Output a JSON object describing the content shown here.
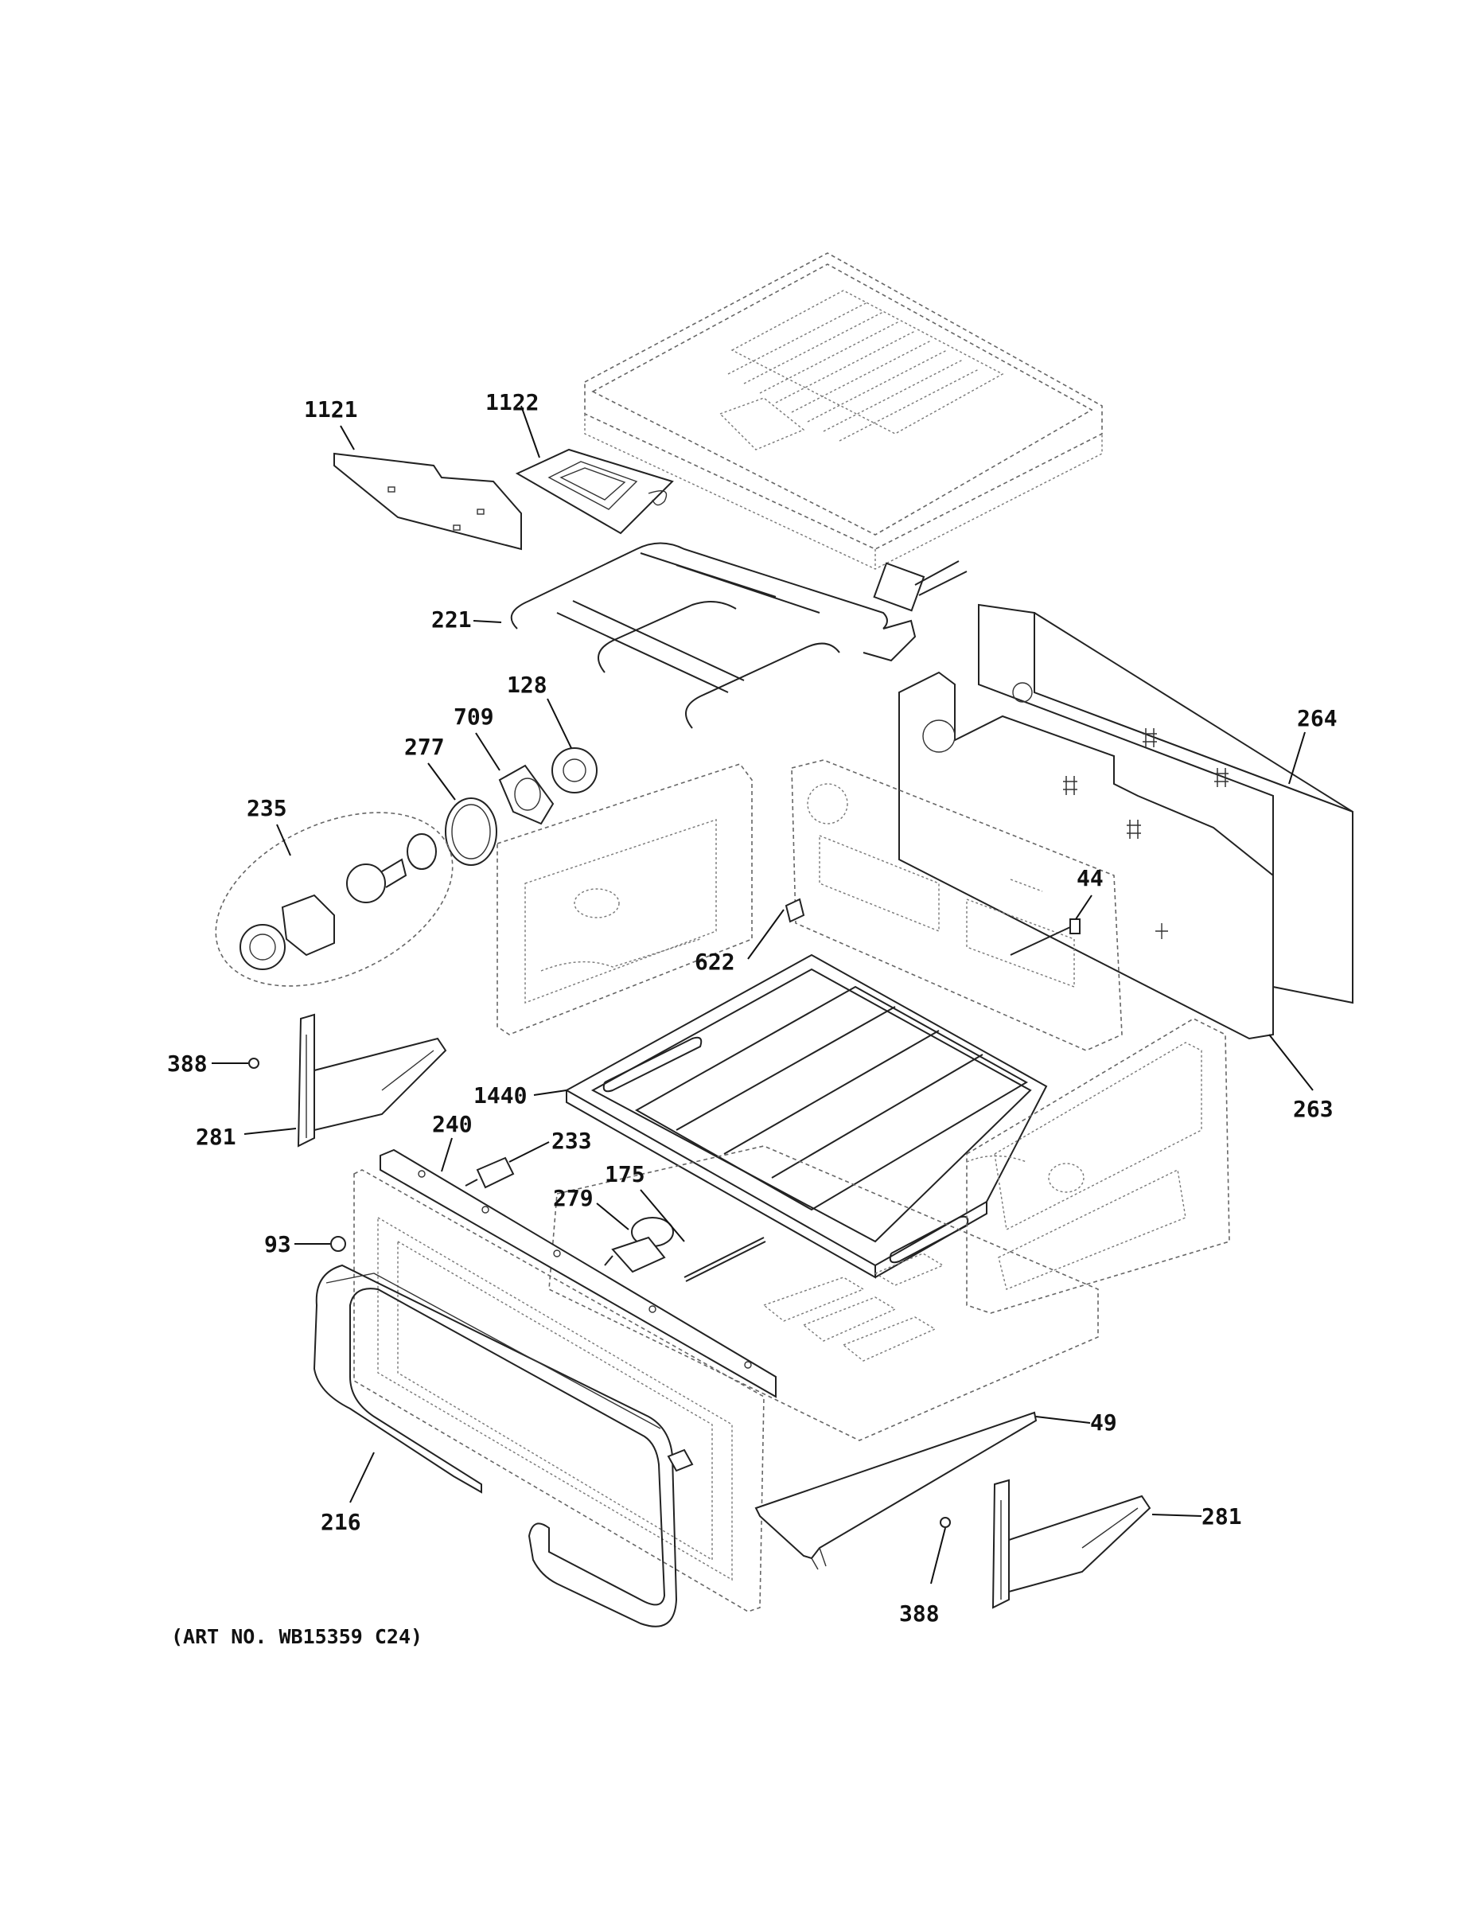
{
  "art_number": "(ART NO. WB15359 C24)",
  "callouts": [
    {
      "id": "c1121",
      "text": "1121"
    },
    {
      "id": "c1122",
      "text": "1122"
    },
    {
      "id": "c221",
      "text": "221"
    },
    {
      "id": "c128",
      "text": "128"
    },
    {
      "id": "c709",
      "text": "709"
    },
    {
      "id": "c277",
      "text": "277"
    },
    {
      "id": "c235",
      "text": "235"
    },
    {
      "id": "c264",
      "text": "264"
    },
    {
      "id": "c44",
      "text": "44"
    },
    {
      "id": "c622",
      "text": "622"
    },
    {
      "id": "c388a",
      "text": "388"
    },
    {
      "id": "c1440",
      "text": "1440"
    },
    {
      "id": "c263",
      "text": "263"
    },
    {
      "id": "c281a",
      "text": "281"
    },
    {
      "id": "c240",
      "text": "240"
    },
    {
      "id": "c233",
      "text": "233"
    },
    {
      "id": "c175",
      "text": "175"
    },
    {
      "id": "c279",
      "text": "279"
    },
    {
      "id": "c93",
      "text": "93"
    },
    {
      "id": "c49",
      "text": "49"
    },
    {
      "id": "c216",
      "text": "216"
    },
    {
      "id": "c281b",
      "text": "281"
    },
    {
      "id": "c388b",
      "text": "388"
    }
  ]
}
